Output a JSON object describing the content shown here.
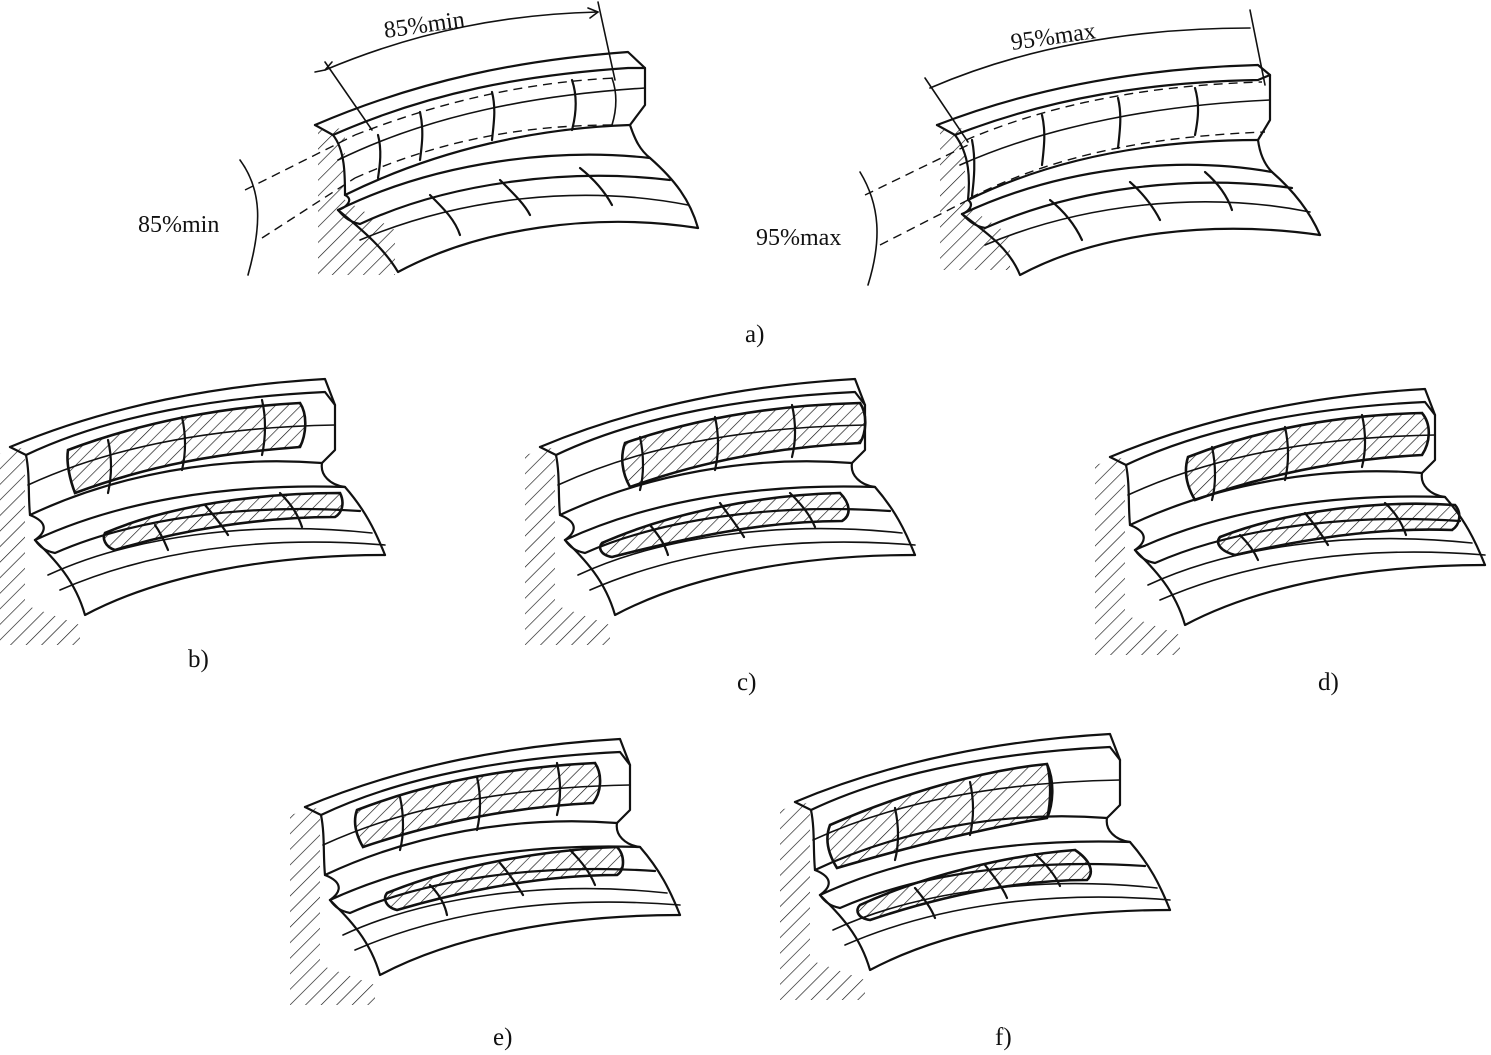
{
  "panel_a": {
    "caption": "a)",
    "left": {
      "arc_label": "85%min",
      "side_label": "85%min"
    },
    "right": {
      "arc_label": "95%max",
      "side_label": "95%max"
    }
  },
  "captions": {
    "b": "b)",
    "c": "c)",
    "d": "d)",
    "e": "e)",
    "f": "f)"
  }
}
